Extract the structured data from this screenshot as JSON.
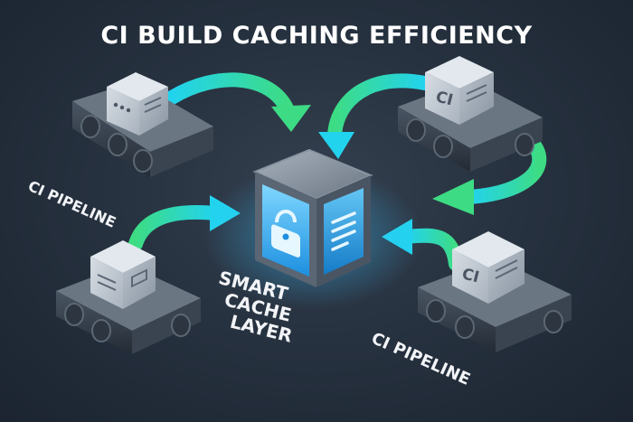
{
  "title": "CI BUILD CACHING EFFICIENCY",
  "labels": {
    "pipeline_top_left": "CI PIPELINE",
    "pipeline_bottom_right": "CI PIPELINE"
  },
  "hub": {
    "label_lines": [
      "SMART",
      "CACHE",
      "LAYER"
    ]
  },
  "box_badges": {
    "top_right": "CI",
    "bottom_right": "CI"
  },
  "colors": {
    "background": "#273240",
    "arrow_green": "#3ddc84",
    "arrow_cyan": "#22d3ee",
    "hub_glow": "#38bdf8"
  },
  "icons": [
    "lock-icon",
    "document-lines-icon"
  ]
}
